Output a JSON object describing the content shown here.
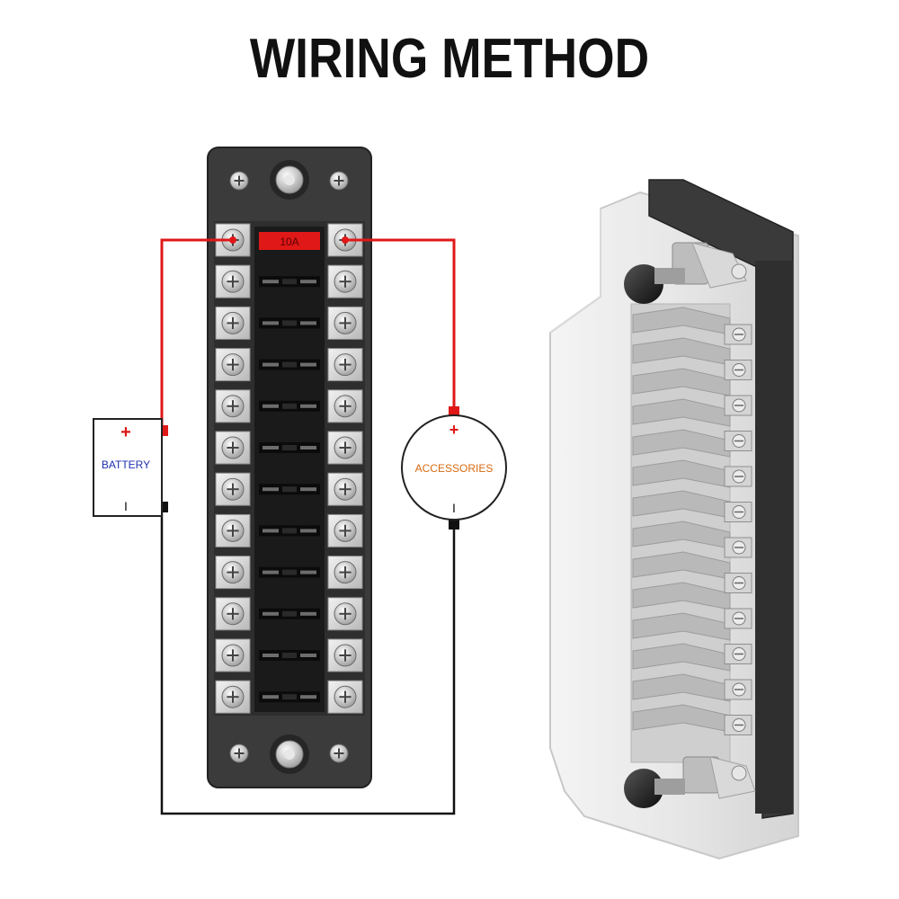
{
  "title": "WIRING METHOD",
  "fuse_block": {
    "first_fuse_label": "10A",
    "fuse_rows": 12
  },
  "battery": {
    "label": "BATTERY",
    "plus_symbol": "+",
    "minus_symbol": "I"
  },
  "accessories": {
    "label": "ACCESSORIES",
    "plus_symbol": "+",
    "minus_symbol": "I"
  },
  "colors": {
    "positive_wire": "#e01818",
    "negative_wire": "#111111",
    "battery_text": "#1e2fb0",
    "accessories_text": "#d86a10",
    "block_body": "#3b3b3b"
  }
}
